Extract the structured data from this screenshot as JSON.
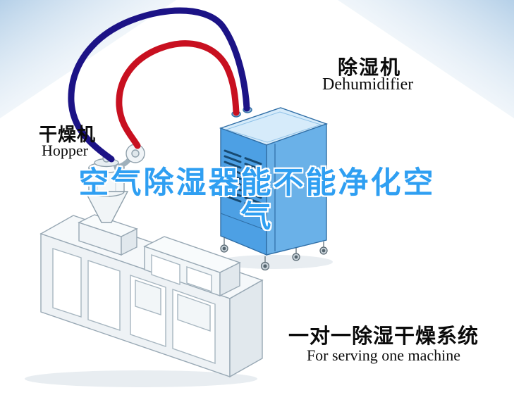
{
  "labels": {
    "dehumidifier_cn": "除湿机",
    "dehumidifier_en": "Dehumidifier",
    "hopper_cn": "干燥机",
    "hopper_en": "Hopper",
    "system_cn": "一对一除湿干燥系统",
    "system_en": "For serving one machine"
  },
  "overlay": {
    "line1": "空气除湿器能不能净化空",
    "line2": "气",
    "color": "#2f9ff2"
  },
  "colors": {
    "pipe_blue": "#1c1386",
    "pipe_red": "#c81020",
    "dehumidifier_front": "#4da0e4",
    "dehumidifier_side": "#6ab1e8",
    "dehumidifier_top": "#d6ebfa",
    "machine_body": "#eef2f5",
    "label_text": "#0b0b0b",
    "corner_tint": "#b5d0e8"
  }
}
